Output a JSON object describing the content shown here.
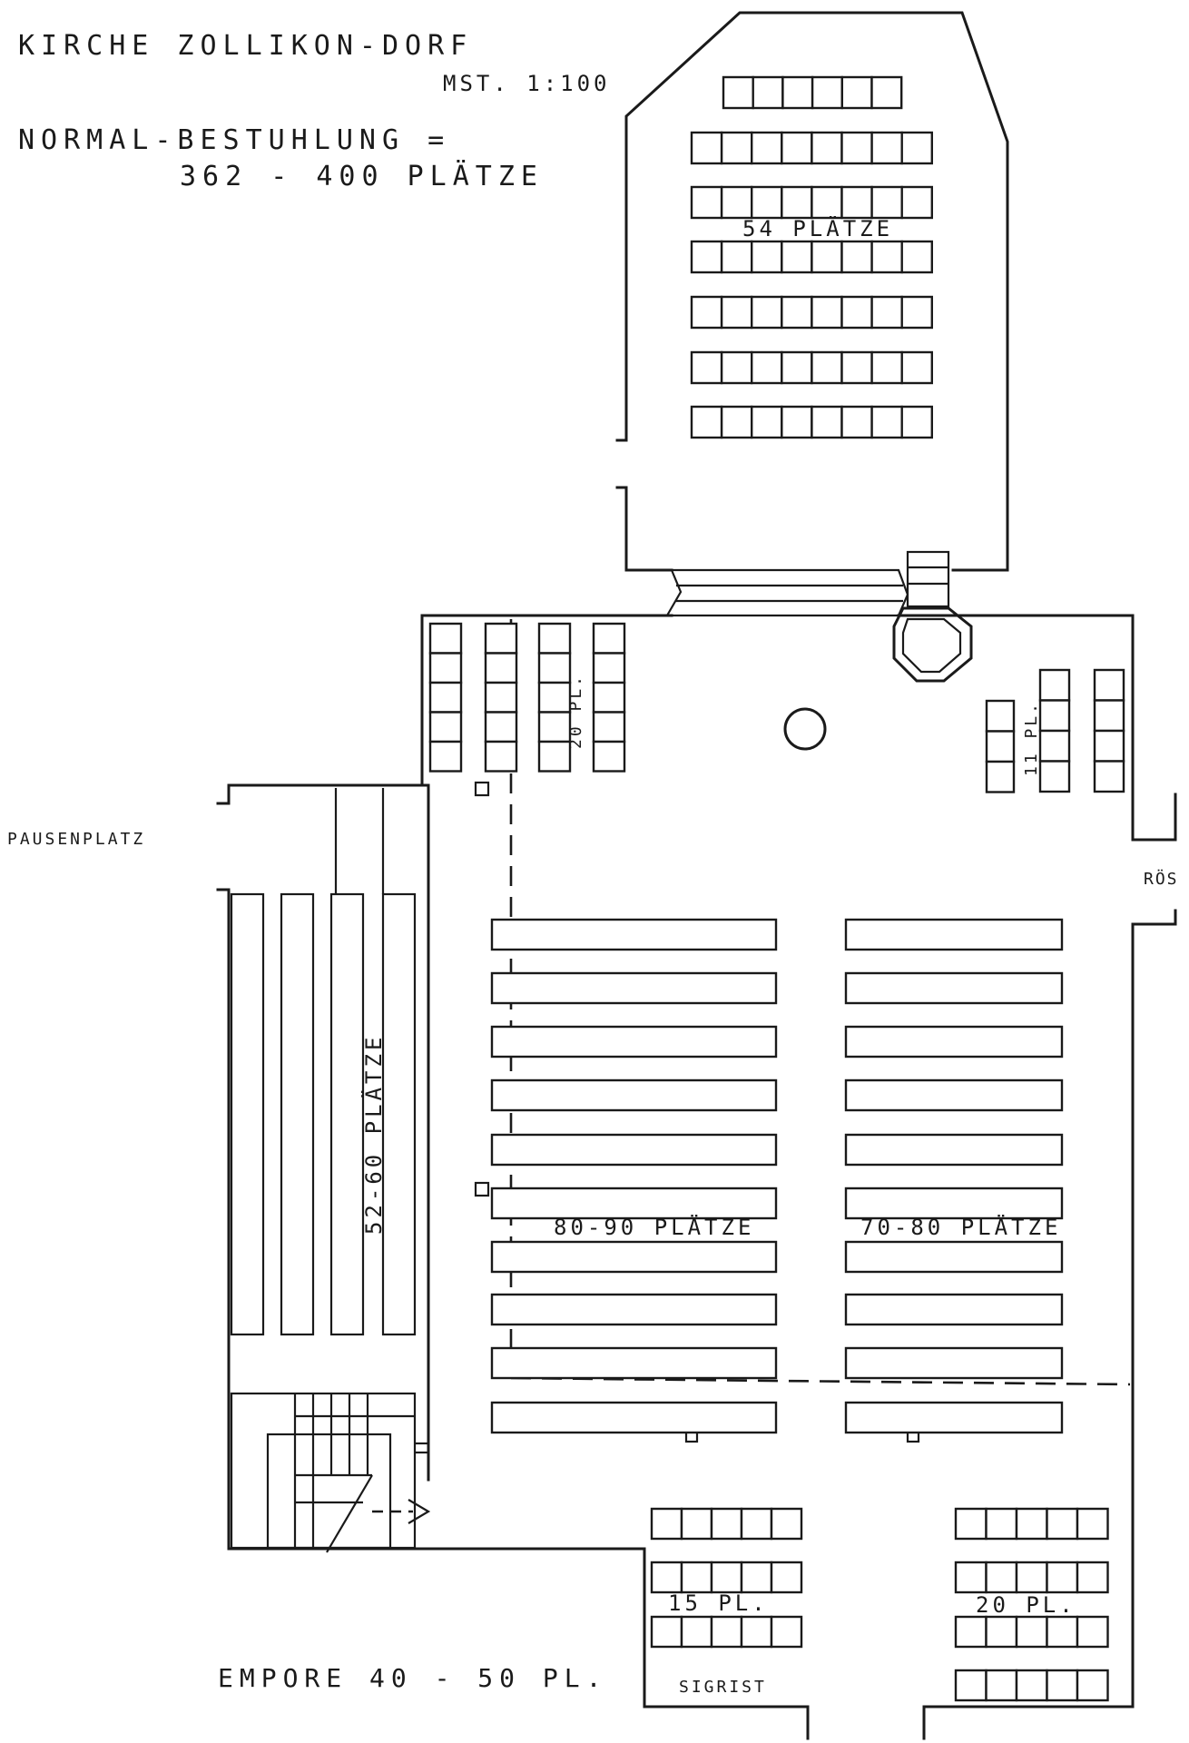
{
  "header": {
    "title": "KIRCHE ZOLLIKON-DORF",
    "scale": "MST. 1:100",
    "seating_line1": "NORMAL-BESTUHLUNG =",
    "seating_line2": "362 - 400 PLÄTZE"
  },
  "areas": {
    "choir": "54 PLÄTZE",
    "left_front": "20 PL.",
    "right_front": "11 PL.",
    "side_aisle": "52-60 PLÄTZE",
    "nave_left": "80-90 PLÄTZE",
    "nave_right": "70-80 PLÄTZE",
    "bottom_left": "15 PL.",
    "bottom_right": "20 PL."
  },
  "labels": {
    "pausenplatz": "PAUSENPLATZ",
    "ros": "RÖS",
    "sigrist": "SIGRIST",
    "empore": "EMPORE  40 - 50 PL."
  }
}
